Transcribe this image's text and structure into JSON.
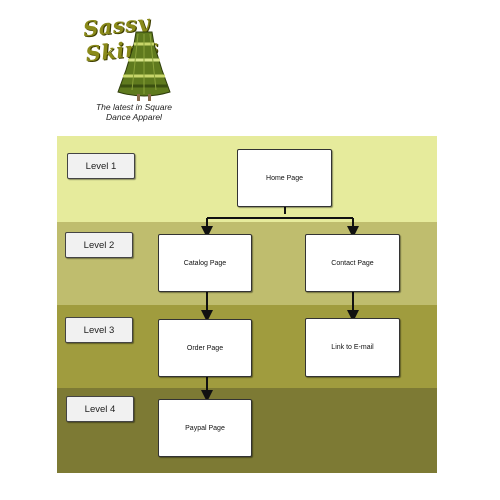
{
  "logo": {
    "title": "Sassy Skirts",
    "tagline": "The latest in Square Dance Apparel",
    "icon": "skirt-icon"
  },
  "levels": [
    {
      "label": "Level 1"
    },
    {
      "label": "Level 2"
    },
    {
      "label": "Level 3"
    },
    {
      "label": "Level 4"
    }
  ],
  "pages": {
    "home": "Home Page",
    "catalog": "Catalog Page",
    "contact": "Contact Page",
    "order": "Order Page",
    "email": "Link to E-mail",
    "paypal": "Paypal  Page"
  },
  "colors": {
    "level_1": "#e6eb9c",
    "level_2": "#bfbd6e",
    "level_3": "#a09c3e",
    "level_4": "#7d7a34"
  }
}
